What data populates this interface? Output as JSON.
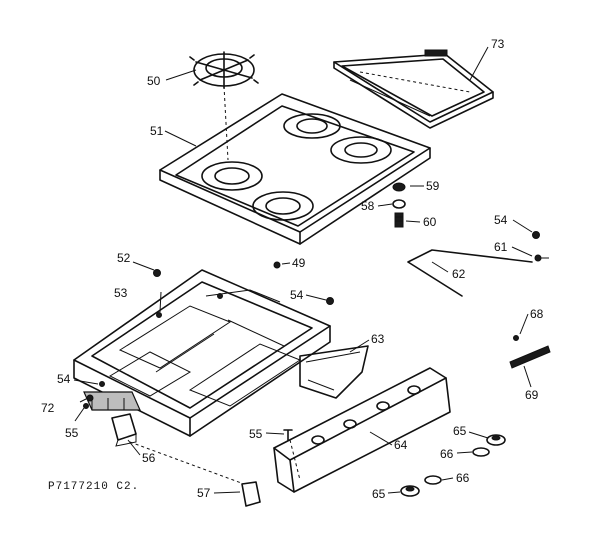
{
  "diagram_code": "P7177210 C2.",
  "callouts": {
    "c49": "49",
    "c50": "50",
    "c51": "51",
    "c52": "52",
    "c53": "53",
    "c54a": "54",
    "c54b": "54",
    "c54c": "54",
    "c55a": "55",
    "c55b": "55",
    "c56": "56",
    "c57": "57",
    "c58": "58",
    "c59": "59",
    "c60": "60",
    "c61": "61",
    "c62": "62",
    "c63": "63",
    "c64": "64",
    "c65a": "65",
    "c65b": "65",
    "c66a": "66",
    "c66b": "66",
    "c68": "68",
    "c69": "69",
    "c72": "72",
    "c73": "73"
  }
}
